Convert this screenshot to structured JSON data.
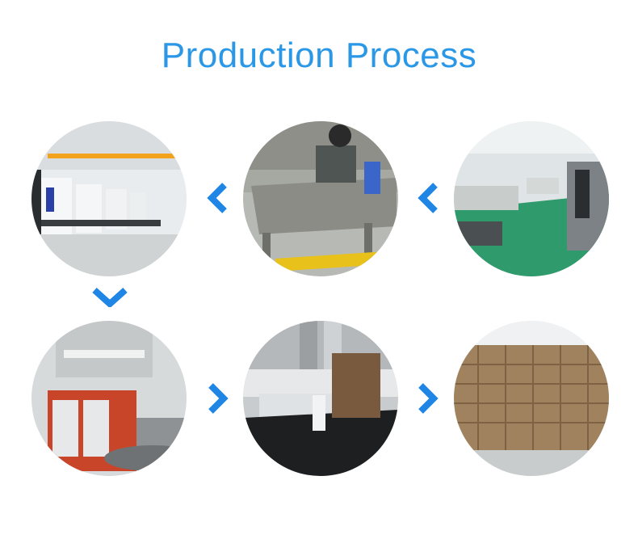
{
  "header": {
    "title": "Production Process"
  },
  "colors": {
    "accent": "#2a98e6",
    "arrow": "#1f86e6"
  },
  "steps": [
    {
      "icon": "injection-molding-machines-photo"
    },
    {
      "icon": "mold-workbench-photo"
    },
    {
      "icon": "machining-workshop-photo"
    },
    {
      "icon": "mold-press-photo"
    },
    {
      "icon": "cnc-measuring-machine-photo"
    },
    {
      "icon": "packed-cartons-warehouse-photo"
    }
  ],
  "arrows": [
    "chevron-left-icon",
    "chevron-left-icon",
    "chevron-down-icon",
    "chevron-right-icon",
    "chevron-right-icon"
  ]
}
